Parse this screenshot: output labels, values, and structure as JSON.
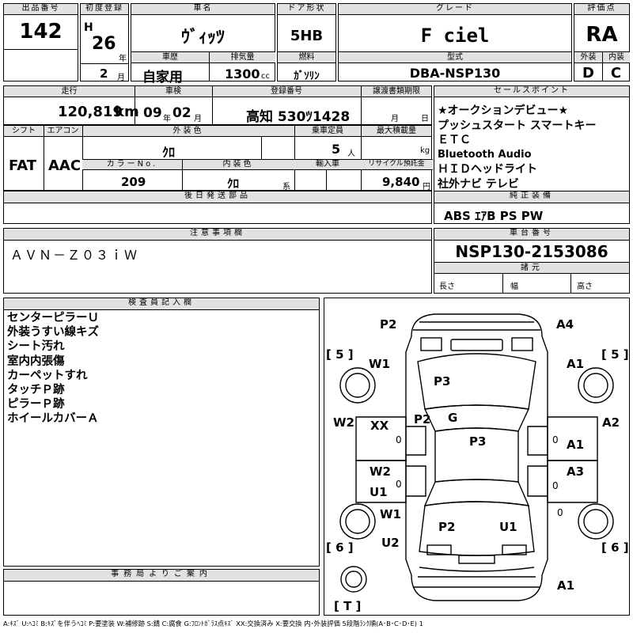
{
  "labels": {
    "lot_no": "出品番号",
    "first_reg": "初度登録",
    "car_name": "車名",
    "door": "ドア形状",
    "grade": "グレード",
    "score": "評価点",
    "era_year": "年",
    "month": "月",
    "history": "車歴",
    "displacement": "排気量",
    "fuel": "燃料",
    "model_code": "型式",
    "exterior": "外装",
    "interior": "内装",
    "mileage": "走行",
    "inspection": "車検",
    "reg_no": "登録番号",
    "transfer": "譲渡書類期限",
    "sales_points": "セールスポイント",
    "shift": "シフト",
    "aircon": "エアコン",
    "ext_color": "外装色",
    "capacity": "乗車定員",
    "max_load": "最大積載量",
    "color_no": "カラーNo.",
    "int_color": "内装色",
    "import": "輸入車",
    "recycle": "リサイクル預託金",
    "later_parts": "後日発送部品",
    "standard_equip": "純正装備",
    "notes": "注意事項欄",
    "chassis_no": "車台番号",
    "specs": "諸元",
    "length": "長さ",
    "width": "幅",
    "height": "高さ",
    "inspector": "検査員記入欄",
    "office": "事務局よりご案内",
    "year_unit": "年",
    "month_unit": "月",
    "persons": "人",
    "kg": "kg",
    "yen": "円",
    "kei": "系"
  },
  "values": {
    "lot_no": "142",
    "era_letter": "H",
    "era_year": "26",
    "reg_month": "2",
    "car_name": "ｳﾞｨｯﾂ",
    "door": "5HB",
    "grade": "F ciel",
    "score": "RA",
    "history": "自家用",
    "displacement": "1300",
    "cc": "cc",
    "fuel": "ｶﾞｿﾘﾝ",
    "model_code": "DBA-NSP130",
    "exterior": "D",
    "interior": "C",
    "mileage": "120,819",
    "km": "km",
    "insp_year": "09",
    "insp_month": "02",
    "reg_no": "高知 530ﾂ1428",
    "transfer_month": "月",
    "transfer_day": "日",
    "shift": "FAT",
    "aircon": "AAC",
    "ext_color": "ｸﾛ",
    "capacity": "5",
    "color_no": "209",
    "int_color": "ｸﾛ",
    "recycle": "9,840",
    "equipment": "ABS ｴｱB PS PW",
    "notes": "ＡＶＮ－Ｚ０３ｉＷ",
    "chassis_no": "NSP130-2153086"
  },
  "sales_points": [
    "★オークションデビュー★",
    "プッシュスタート スマートキー",
    "ＥＴＣ",
    "Bluetooth Audio",
    "ＨＩＤヘッドライト",
    "社外ナビ テレビ"
  ],
  "inspector_notes": [
    "センターピラーＵ",
    "外装うすい線キズ",
    "シート汚れ",
    "室内内張傷",
    "カーペットすれ",
    "タッチＰ跡",
    "ピラーＰ跡",
    "ホイールカバーＡ"
  ],
  "diagram": {
    "marks": {
      "front_left": "P2",
      "front_right": "A4",
      "fender_fl": "W1",
      "fender_fr": "A1",
      "bonnet": "P3",
      "door_fl_lbl": "W2",
      "door_fr_lbl": "A2",
      "pillar": "P2",
      "glass": "G",
      "door_left": "XX",
      "roof": "P3",
      "door_right": "A1",
      "door_rl1": "W2",
      "door_rl2": "U1",
      "door_rr": "A3",
      "fender_rl": "W1",
      "fender_rr": "",
      "trunk_l": "P2",
      "trunk_r": "U1",
      "rear_l": "U2",
      "rear_bumper": "A1"
    },
    "tires": {
      "fl": "[ 5 ]",
      "fr": "[ 5 ]",
      "rl": "[ 6 ]",
      "rr": "[ 6 ]",
      "spare": "[ T ]"
    },
    "zeros": [
      "0",
      "0",
      "0",
      "0",
      "0"
    ]
  },
  "legend": "A:ｷｽﾞ U:ﾍｺﾐ B:ｷｽﾞを伴うﾍｺﾐ P:要塗装 W:補修跡 S:錆 C:腐食 G:ﾌﾛﾝﾄｶﾞﾗｽ点ｷｽﾞ XX:交換済み X:要交換 内･外装評価 5段階ﾗﾝｸ順(A･B･C･D･E) 1"
}
